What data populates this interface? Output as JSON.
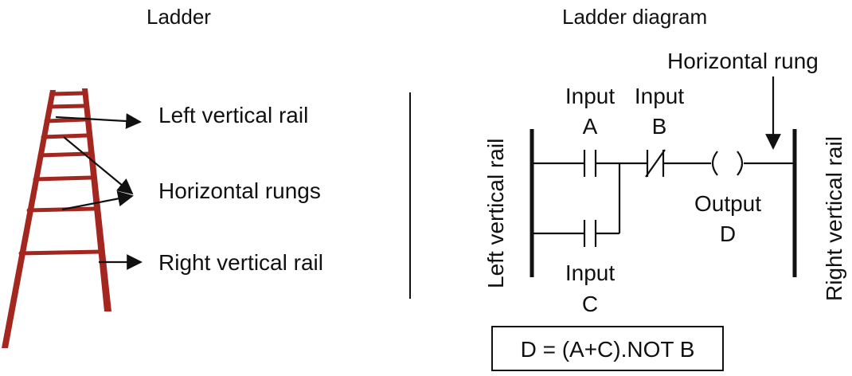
{
  "left_panel": {
    "title": "Ladder",
    "labels": {
      "left_rail": "Left vertical rail",
      "rungs": "Horizontal rungs",
      "right_rail": "Right vertical rail"
    }
  },
  "right_panel": {
    "title": "Ladder diagram",
    "rung_label": "Horizontal rung",
    "left_rail_label": "Left vertical rail",
    "right_rail_label": "Right vertical rail",
    "input_a": {
      "line1": "Input",
      "line2": "A"
    },
    "input_b": {
      "line1": "Input",
      "line2": "B"
    },
    "input_c": {
      "line1": "Input",
      "line2": "C"
    },
    "output_d": {
      "line1": "Output",
      "line2": "D"
    },
    "equation": "D = (A+C).NOT B"
  },
  "colors": {
    "ladder_wood": "#a3271f",
    "ladder_dark": "#6e1712",
    "ink": "#111111"
  }
}
